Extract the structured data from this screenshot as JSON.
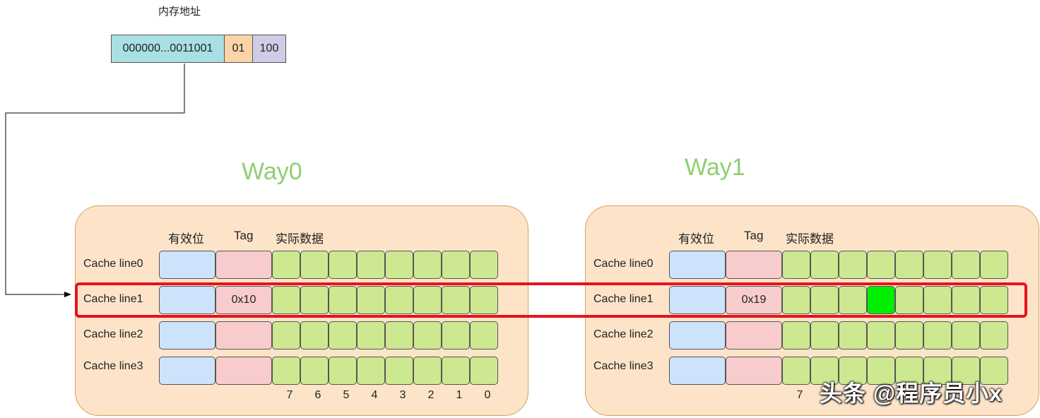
{
  "address": {
    "title": "内存地址",
    "tag_bits": "000000...0011001",
    "index_bits": "01",
    "offset_bits": "100",
    "colors": {
      "tag": "#a8e0e3",
      "index": "#fcd4a6",
      "offset": "#cfcce6"
    }
  },
  "headers": {
    "valid": "有效位",
    "tag": "Tag",
    "data": "实际数据"
  },
  "ways": [
    {
      "title": "Way0",
      "lines": [
        {
          "label": "Cache line0",
          "tag": ""
        },
        {
          "label": "Cache line1",
          "tag": "0x10"
        },
        {
          "label": "Cache line2",
          "tag": ""
        },
        {
          "label": "Cache line3",
          "tag": ""
        }
      ],
      "bit_numbers": [
        "7",
        "6",
        "5",
        "4",
        "3",
        "2",
        "1",
        "0"
      ],
      "hit": null
    },
    {
      "title": "Way1",
      "lines": [
        {
          "label": "Cache line0",
          "tag": ""
        },
        {
          "label": "Cache line1",
          "tag": "0x19"
        },
        {
          "label": "Cache line2",
          "tag": ""
        },
        {
          "label": "Cache line3",
          "tag": ""
        }
      ],
      "bit_numbers": [
        "7"
      ],
      "hit": {
        "line": 1,
        "byte": 4
      }
    }
  ],
  "highlighted_line": 1,
  "watermark": "头条 @程序员小x",
  "colors": {
    "way_title": "#8fcf6f",
    "way_box": "#fde4c9",
    "valid": "#cde2fb",
    "tag": "#f8cccc",
    "data": "#cce891",
    "hit": "#00ee00",
    "highlight": "#e8121c"
  }
}
